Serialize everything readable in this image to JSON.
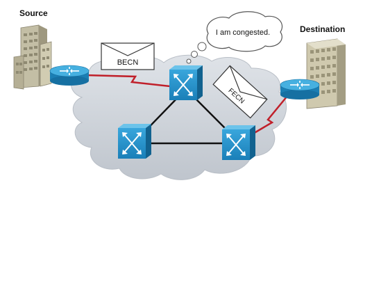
{
  "labels": {
    "source": "Source",
    "destination": "Destination",
    "becn": "BECN",
    "fecn": "FECN",
    "congestion_bubble": "I am congested."
  },
  "colors": {
    "cloud": "#c8ced6",
    "switch": "#1e90c8",
    "router": "#2a9bd0",
    "link_serial": "#c0202a",
    "link_trunk": "#111111",
    "building_source": "#b9b39a",
    "building_destination": "#c9c2a7"
  },
  "icons": {
    "source": "office-building-icon",
    "destination": "office-building-icon",
    "routers": "router-icon",
    "switches": "frame-relay-switch-icon",
    "messages": "envelope-icon"
  }
}
